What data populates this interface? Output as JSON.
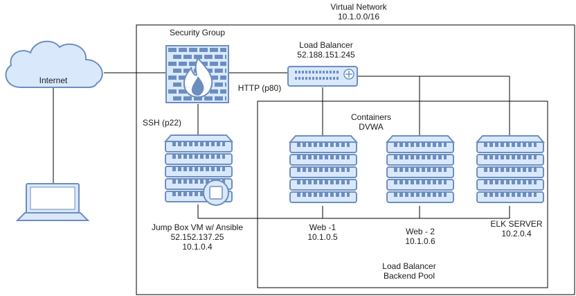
{
  "vnet": {
    "title": "Virtual Network",
    "cidr": "10.1.0.0/16"
  },
  "security_group": {
    "label": "Security Group"
  },
  "internet": {
    "label": "Internet"
  },
  "load_balancer": {
    "label": "Load Balancer",
    "ip": "52.188.151.245"
  },
  "http_label": "HTTP (p80)",
  "ssh_label": "SSH (p22)",
  "containers": {
    "line1": "Containers",
    "line2": "DVWA"
  },
  "jumpbox": {
    "name": "Jump Box VM w/ Ansible",
    "public_ip": "52.152.137.25",
    "private_ip": "10.1.0.4"
  },
  "web1": {
    "name": "Web -1",
    "ip": "10.1.0.5"
  },
  "web2": {
    "name": "Web - 2",
    "ip": "10.1.0.6"
  },
  "elk": {
    "name": "ELK SERVER",
    "ip": "10.2.0.4"
  },
  "backend_pool": {
    "line1": "Load Balancer",
    "line2": "Backend Pool"
  },
  "colors": {
    "icon_fill": "#dae8fc",
    "icon_stroke": "#6c8ebf",
    "line": "#000000"
  }
}
